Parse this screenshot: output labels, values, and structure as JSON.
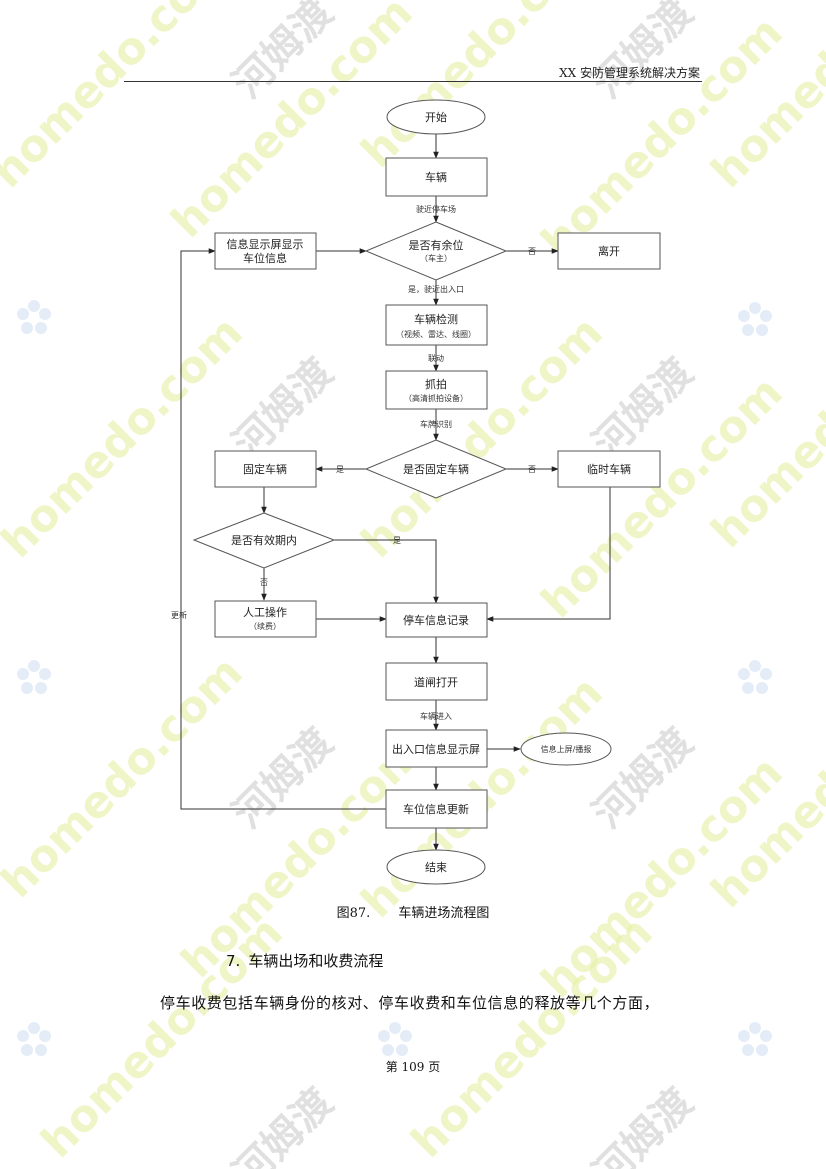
{
  "header": {
    "title": "XX 安防管理系统解决方案"
  },
  "watermark": {
    "text_en": "homedo.com",
    "text_cn": "河姆渡"
  },
  "flowchart": {
    "nodes": {
      "start": "开始",
      "vehicle": "车辆",
      "info_display_1": "信息显示屏显示",
      "info_display_2": "车位信息",
      "has_space": "是否有余位",
      "has_space_sub": "（车主）",
      "leave": "离开",
      "detect": "车辆检测",
      "detect_sub": "（视频、雷达、线圈）",
      "capture": "抓拍",
      "capture_sub": "（高清抓拍设备）",
      "fixed_vehicle": "固定车辆",
      "is_fixed": "是否固定车辆",
      "temp_vehicle": "临时车辆",
      "valid_period": "是否有效期内",
      "manual": "人工操作",
      "manual_sub": "（续费）",
      "parking_record": "停车信息记录",
      "gate_open": "道闸打开",
      "entrance_display": "出入口信息显示屏",
      "upload": "信息上屏/播报",
      "space_update": "车位信息更新",
      "end": "结束"
    },
    "edges": {
      "drive_to_lot": "驶近停车场",
      "no_1": "否",
      "yes_drive_entrance": "是，驶近出入口",
      "link": "联动",
      "plate_recog": "车牌识别",
      "yes_1": "是",
      "no_2": "否",
      "yes_2": "是",
      "no_3": "否",
      "update": "更新",
      "vehicle_enter": "车辆进入"
    }
  },
  "caption": {
    "number": "图87.",
    "title": "车辆进场流程图"
  },
  "section": {
    "number": "7.",
    "title": "车辆出场和收费流程"
  },
  "paragraph": "停车收费包括车辆身份的核对、停车收费和车位信息的释放等几个方面，",
  "footer": {
    "page": "第 109 页"
  }
}
